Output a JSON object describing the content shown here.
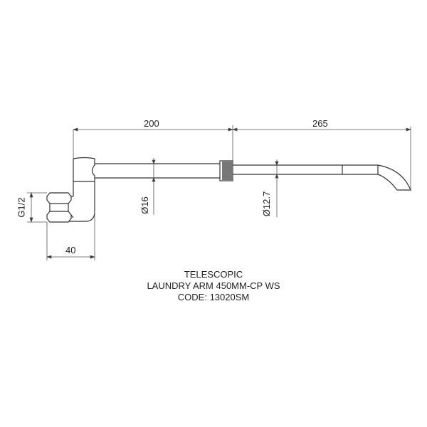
{
  "dimensions": {
    "upper_length": "200",
    "lower_length": "265",
    "thread": "G1/2",
    "body_width": "40",
    "pipe_diameter_large": "Ø16",
    "pipe_diameter_small": "Ø12.7"
  },
  "caption": {
    "line1": "TELESCOPIC",
    "line2": "LAUNDRY ARM 450MM-CP WS",
    "line3": "CODE: 13020SM"
  },
  "colors": {
    "line": "#333333",
    "dim_line": "#555555",
    "knurl": "#777777",
    "background": "#ffffff"
  }
}
